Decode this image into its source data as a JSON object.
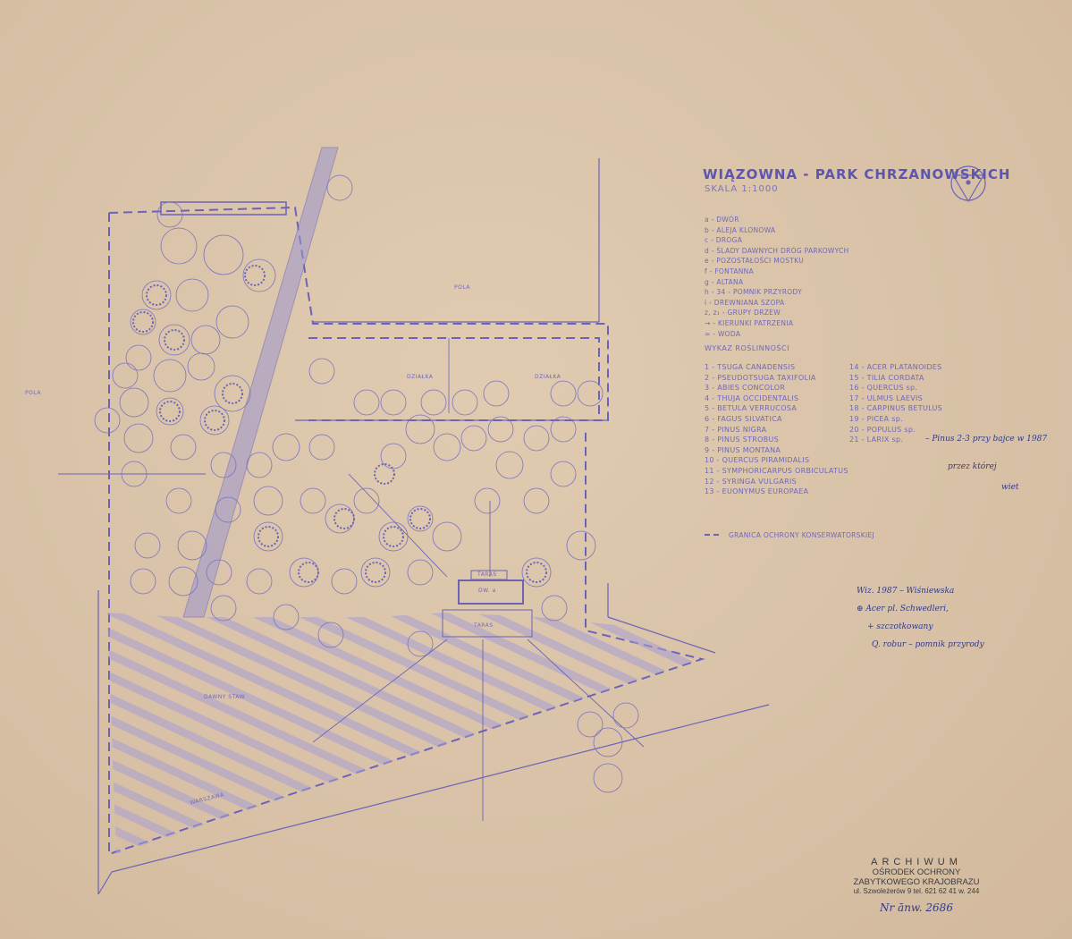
{
  "title": "WIĄZOWNA - PARK CHRZANOWSKICH",
  "scale": "SKALA 1:1000",
  "legend": [
    "a - DWÓR",
    "b - ALEJA KLONOWA",
    "c - DROGA",
    "d - ŚLADY DAWNYCH DRÓG PARKOWYCH",
    "e - POZOSTAŁOŚCI MOSTKU",
    "f - FONTANNA",
    "g - ALTANA",
    "h - 34 - POMNIK PRZYRODY",
    "i - DREWNIANA SZOPA",
    "z, z₁ - GRUPY DRZEW",
    "→ - KIERUNKI PATRZENIA",
    "≈ - WODA"
  ],
  "plants_heading": "WYKAZ ROŚLINNOŚCI",
  "plants_left": [
    "1 - TSUGA CANADENSIS",
    "2 - PSEUDOTSUGA TAXIFOLIA",
    "3 - ABIES CONCOLOR",
    "4 - THUJA OCCIDENTALIS",
    "5 - BETULA VERRUCOSA",
    "6 - FAGUS SILVATICA",
    "7 - PINUS NIGRA",
    "8 - PINUS STROBUS",
    "9 - PINUS MONTANA",
    "10 - QUERCUS PIRAMIDALIS",
    "11 - SYMPHORICARPUS ORBICULATUS",
    "12 - SYRINGA VULGARIS",
    "13 - EUONYMUS EUROPAEA"
  ],
  "plants_right": [
    "14 - ACER PLATANOIDES",
    "15 - TILIA CORDATA",
    "16 - QUERCUS sp.",
    "17 - ULMUS LAEVIS",
    "18 - CARPINUS BETULUS",
    "19 - PICEA sp.",
    "20 - POPULUS sp.",
    "21 - LARIX sp."
  ],
  "boundary_label": "GRANICA OCHRONY KONSERWATORSKIEJ",
  "map_labels": {
    "pola_top": "POLA",
    "pola_left": "POLA",
    "dzialka_1": "DZIAŁKA",
    "dzialka_2": "DZIAŁKA",
    "dawny_staw": "DAWNY STAW",
    "warszawa": "WARSZAWA",
    "taras_1": "TARAS",
    "taras_2": "TARAS",
    "house": "DW. a"
  },
  "notes": {
    "note_right": "– Pinus 2-3 przy bajce w 1987",
    "note_right2": "przez której",
    "note_right3": "wiet",
    "visit": "Wiz. 1987 – Wiśniewska",
    "visit2": "⊕ Acer pl. Schwedleri,",
    "visit3": "+ szczotkowany",
    "visit4": "Q. robur – pomnik przyrody"
  },
  "stamp": {
    "line1": "ARCHIWUM",
    "line2": "OŚRODEK OCHRONY",
    "line3": "ZABYTKOWEGO KRAJOBRAZU",
    "line4": "ul. Szwoleżerów 9  tel. 621 62 41 w. 244"
  },
  "inventory": "Nr ānw. 2686",
  "colors": {
    "ink": "#6b63b8",
    "paper": "#d9c3a8",
    "pen": "#2f3a8a"
  }
}
